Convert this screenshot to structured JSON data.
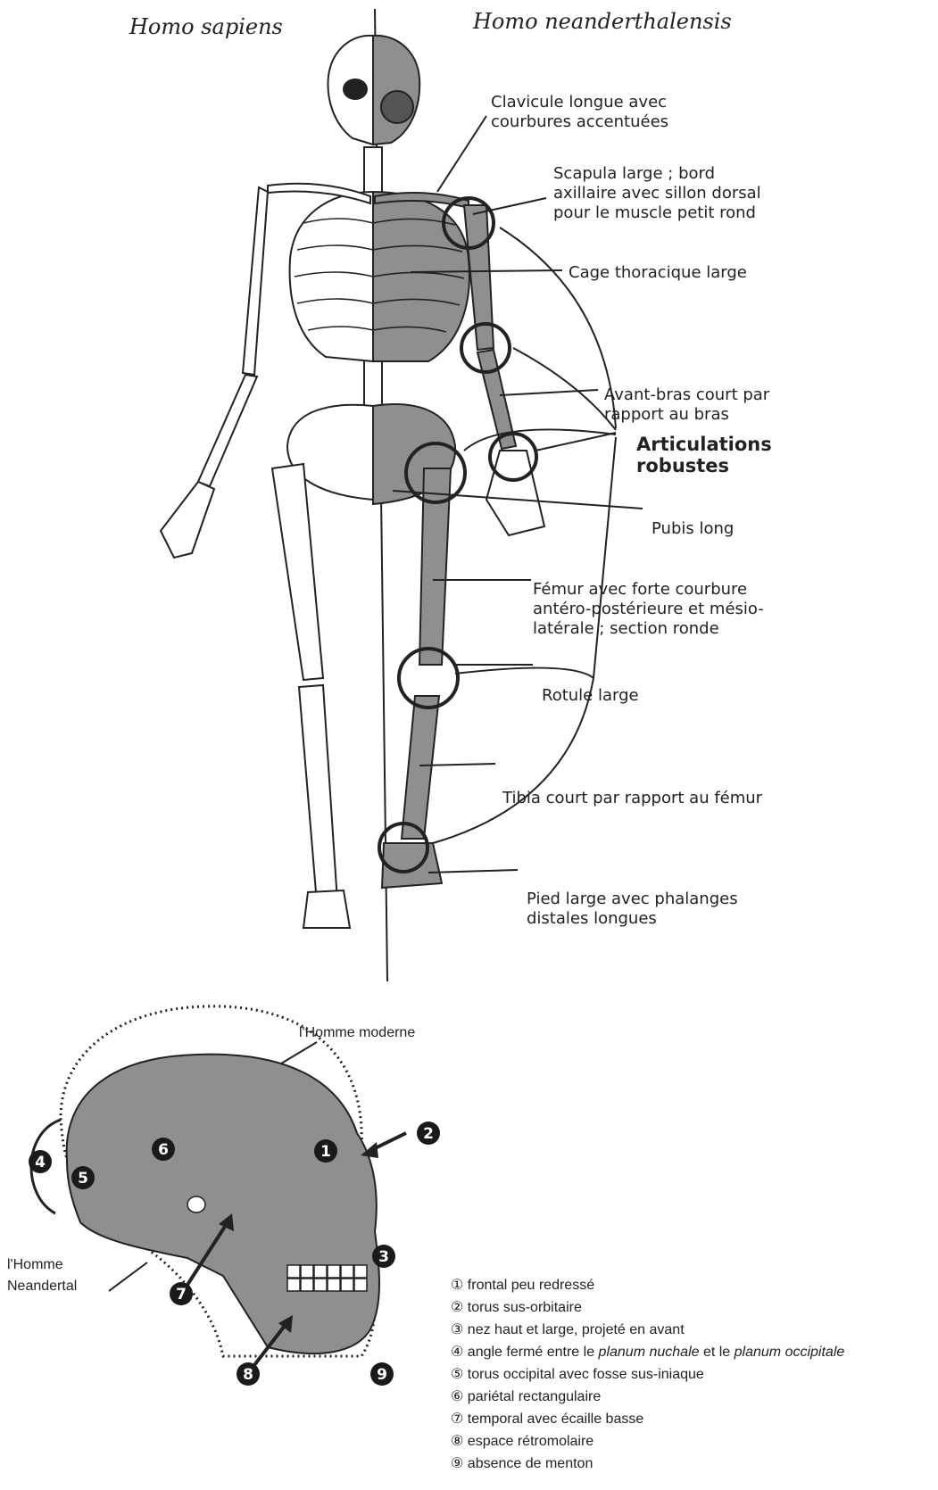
{
  "header": {
    "left_species": "Homo sapiens",
    "right_species": "Homo neanderthalensis"
  },
  "skeleton_labels": {
    "clavicule": [
      "Clavicule longue avec",
      "courbures accentuées"
    ],
    "scapula": [
      "Scapula large ; bord",
      "axillaire avec sillon dorsal",
      "pour le muscle petit rond"
    ],
    "cage": [
      "Cage thoracique large"
    ],
    "avant_bras": [
      "Avant-bras court par",
      "rapport au bras"
    ],
    "articulations": [
      "Articulations",
      "robustes"
    ],
    "pubis": [
      "Pubis long"
    ],
    "femur": [
      "Fémur avec forte courbure",
      "antéro-postérieure et mésio-",
      "latérale ; section ronde"
    ],
    "rotule": [
      "Rotule large"
    ],
    "tibia": [
      "Tibia court par rapport au fémur"
    ],
    "pied": [
      "Pied large avec phalanges",
      "distales longues"
    ]
  },
  "skull": {
    "modern_label": "l'Homme  moderne",
    "neandertal_label": [
      "l'Homme",
      "Neandertal"
    ],
    "badges": [
      "1",
      "2",
      "3",
      "4",
      "5",
      "6",
      "7",
      "8",
      "9"
    ]
  },
  "legend": [
    {
      "num": "①",
      "pre": "frontal peu redressé",
      "ital": "",
      "mid": "",
      "ital2": ""
    },
    {
      "num": "②",
      "pre": "torus sus-orbitaire",
      "ital": "",
      "mid": "",
      "ital2": ""
    },
    {
      "num": "③",
      "pre": "nez haut et large, projeté en avant",
      "ital": "",
      "mid": "",
      "ital2": ""
    },
    {
      "num": "④",
      "pre": "angle fermé entre le ",
      "ital": "planum nuchale",
      "mid": " et le ",
      "ital2": "planum occipitale"
    },
    {
      "num": "⑤",
      "pre": "torus occipital avec fosse sus-iniaque",
      "ital": "",
      "mid": "",
      "ital2": ""
    },
    {
      "num": "⑥",
      "pre": "pariétal rectangulaire",
      "ital": "",
      "mid": "",
      "ital2": ""
    },
    {
      "num": "⑦",
      "pre": "temporal avec écaille basse",
      "ital": "",
      "mid": "",
      "ital2": ""
    },
    {
      "num": "⑧",
      "pre": "espace rétromolaire",
      "ital": "",
      "mid": "",
      "ital2": ""
    },
    {
      "num": "⑨",
      "pre": "absence de menton",
      "ital": "",
      "mid": "",
      "ital2": ""
    }
  ]
}
